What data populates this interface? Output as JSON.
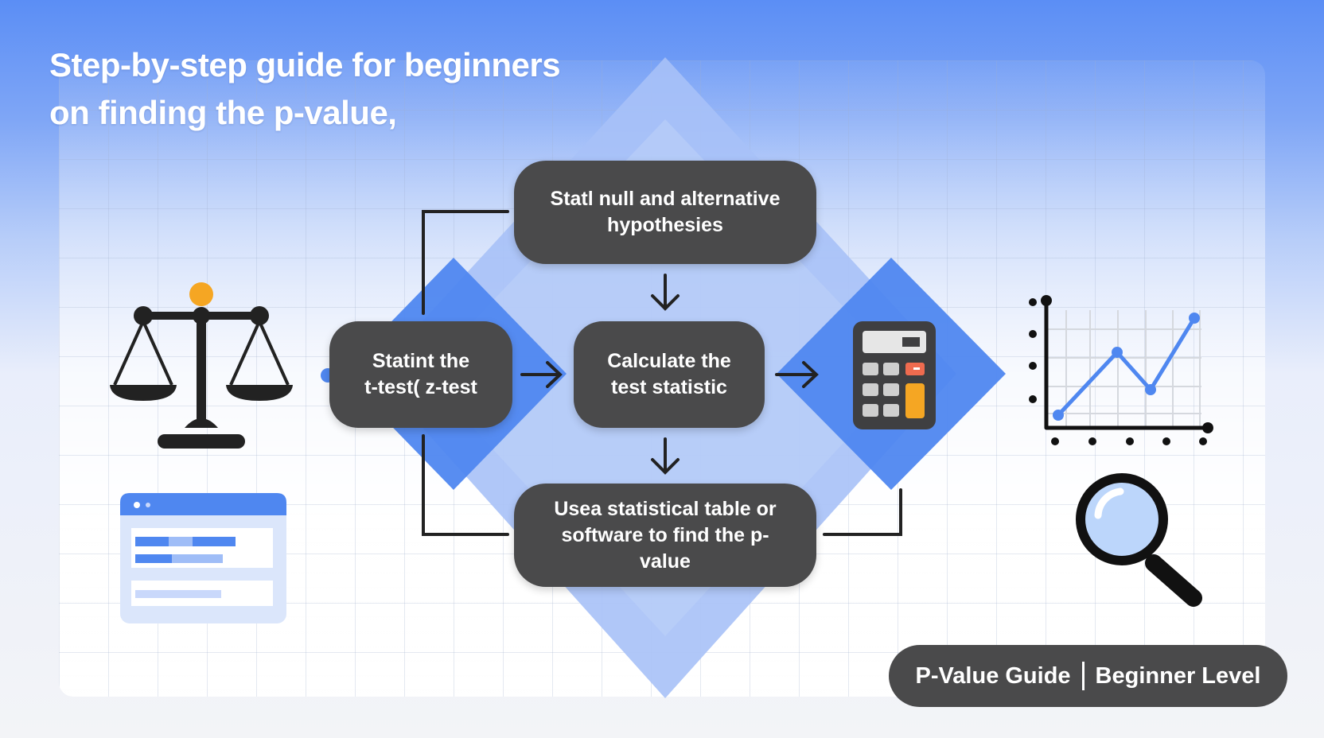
{
  "title": {
    "line1": "Step-by-step guide for beginners",
    "line2": "on finding the p-value,"
  },
  "steps": [
    {
      "id": "state-hypotheses",
      "line1": "Statl null and alternative",
      "line2": "hypothesies"
    },
    {
      "id": "choose-test",
      "line1": "Statint the",
      "line2": "t-test( z-test"
    },
    {
      "id": "calculate-statistic",
      "line1": "Calculate the",
      "line2": "test statistic"
    },
    {
      "id": "find-p-value",
      "line1": "Usea statistical table or",
      "line2": "software to find the p-value"
    }
  ],
  "badge": {
    "left": "P-Value Guide",
    "right": "Beginner Level"
  },
  "icons": [
    "balance-scale-icon",
    "calculator-icon",
    "line-chart-icon",
    "magnifying-glass-icon",
    "browser-window-icon"
  ],
  "colors": {
    "header_blue": "#5b8ef5",
    "diamond_blue": "#4f87f0",
    "box_dark": "#4a4a4b",
    "accent_orange": "#f5a623",
    "accent_red": "#ef6b4f"
  }
}
